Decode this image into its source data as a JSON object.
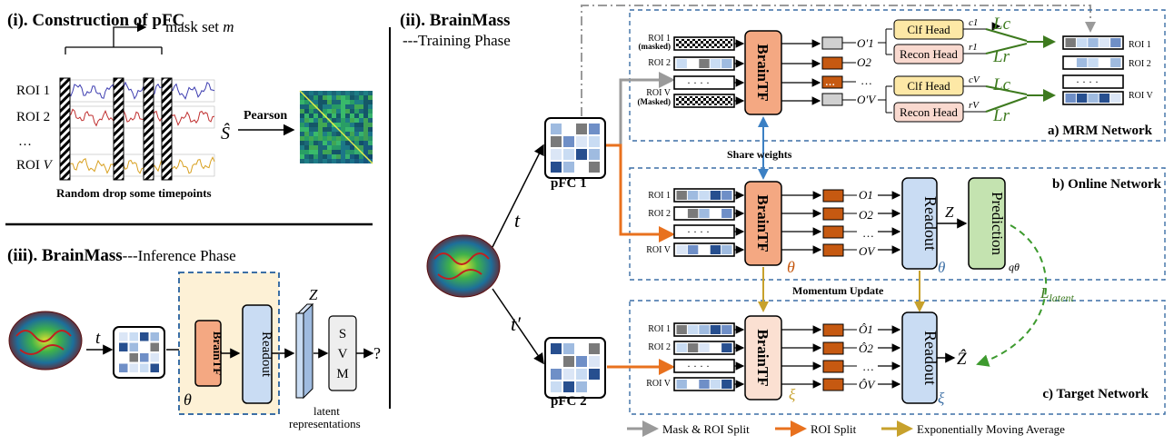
{
  "section_i": {
    "title": "(i). Construction of pFC",
    "mask_label": "mask set ",
    "mask_var": "m",
    "roi_labels": [
      "ROI 1",
      "ROI 2",
      "…",
      "ROI "
    ],
    "roi_v": "V",
    "pearson": "Pearson",
    "s_hat": "Ŝ",
    "caption": "Random drop some timepoints"
  },
  "section_ii": {
    "title": "(ii). BrainMass",
    "subtitle": "---Training Phase",
    "t_label": "t",
    "t_prime_label": "t′",
    "pfc1": "pFC 1",
    "pfc2": "pFC 2",
    "mrm": {
      "label": "a) MRM Network",
      "roi_labels": [
        "ROI 1",
        "(masked)",
        "ROI 2",
        "ROI V",
        "(Masked)"
      ],
      "brain_tf": "BrainTF",
      "outputs": [
        "O′1",
        "O2",
        "…",
        "O′V"
      ],
      "clf_head": "Clf Head",
      "recon_head": "Recon Head",
      "c1": "c1",
      "r1": "r1",
      "cV": "cV",
      "rV": "rV",
      "lc": "Lc",
      "lr": "Lr",
      "right_rois": [
        "ROI 1",
        "ROI 2",
        "ROI V"
      ]
    },
    "share_weights": "Share weights",
    "online": {
      "label": "b) Online Network",
      "roi_labels": [
        "ROI 1",
        "ROI 2",
        "ROI V"
      ],
      "brain_tf": "BrainTF",
      "theta": "θ",
      "outputs": [
        "O1",
        "O2",
        "…",
        "OV"
      ],
      "readout": "Readout",
      "z": "Z",
      "prediction": "Prediction",
      "q_theta": "qθ"
    },
    "momentum": "Momentum Update",
    "l_latent": "Llatent",
    "target": {
      "label": "c) Target Network",
      "roi_labels": [
        "ROI 1",
        "ROI 2",
        "ROI V"
      ],
      "brain_tf": "BrainTF",
      "xi": "ξ",
      "outputs": [
        "Ô1",
        "Ô2",
        "…",
        "ÔV"
      ],
      "readout": "Readout",
      "z_hat": "Ẑ"
    },
    "legend": [
      "Mask & ROI Split",
      "ROI Split",
      "Exponentially Moving Average"
    ]
  },
  "section_iii": {
    "title": "(iii). BrainMass",
    "subtitle": "---Inference Phase",
    "t_label": "t",
    "brain_tf": "BrainTF",
    "readout": "Readout",
    "theta": "θ",
    "z": "Z",
    "svm": [
      "S",
      "V",
      "M"
    ],
    "question": "?",
    "latent": [
      "latent",
      "representations"
    ]
  },
  "colors": {
    "brain_tf": "#f4a882",
    "brain_tf_target": "#fbe0d2",
    "readout": "#c9dcf3",
    "prediction": "#c4e3b0",
    "clf_head": "#fde8a6",
    "recon_head": "#f9d9cf",
    "inference_bg": "#fdf1d6",
    "dashed_box": "#3c6fa5",
    "orange_arrow": "#e8711e",
    "gold_arrow": "#c7a12c",
    "grey_arrow": "#9a9a9a",
    "blue_arrow": "#3c80c4",
    "green_loss": "#3d7a1e",
    "output_block": "#c65911"
  }
}
